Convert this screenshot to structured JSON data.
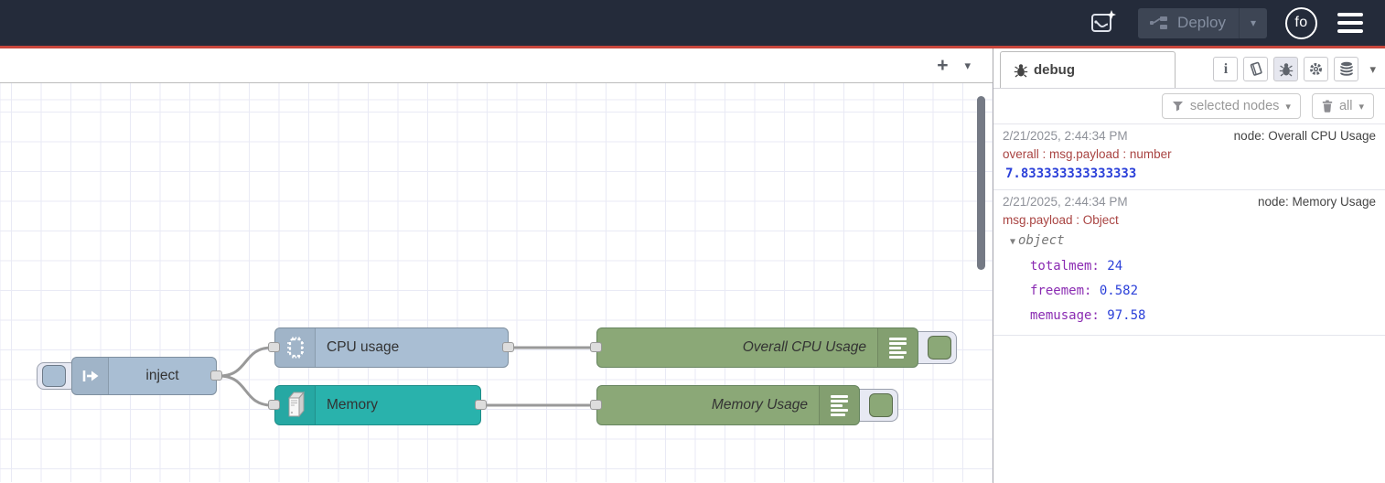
{
  "header": {
    "deploy_label": "Deploy",
    "avatar_text": "fo",
    "background_color": "#242b3a",
    "accent_line_color": "#c8463c"
  },
  "canvas": {
    "add_flow_label": "+"
  },
  "ui_icons": {
    "caret_down": "▾",
    "info_glyph": "i"
  },
  "flow": {
    "nodes": [
      {
        "id": "inject",
        "label": "inject",
        "color": "#a9bed3"
      },
      {
        "id": "cpu-usage",
        "label": "CPU usage",
        "color": "#a9bed3"
      },
      {
        "id": "memory",
        "label": "Memory",
        "color": "#29b2ac"
      },
      {
        "id": "overall-cpu-usage",
        "label": "Overall CPU Usage",
        "color": "#8ba877"
      },
      {
        "id": "memory-usage",
        "label": "Memory Usage",
        "color": "#8ba877"
      }
    ]
  },
  "sidebar": {
    "tab_label": "debug",
    "filter_label": "selected nodes",
    "clear_label": "all",
    "colors": {
      "timestamp": "#8e9199",
      "property": "#a94442",
      "value": "#2b40d9",
      "key": "#8a2bb2"
    },
    "messages": [
      {
        "timestamp": "2/21/2025, 2:44:34 PM",
        "source": "node: Overall CPU Usage",
        "property": "overall : msg.payload : number",
        "value": "7.833333333333333"
      },
      {
        "timestamp": "2/21/2025, 2:44:34 PM",
        "source": "node: Memory Usage",
        "property": "msg.payload : Object",
        "tree": {
          "root_label": "object",
          "fields": [
            {
              "key": "totalmem:",
              "value": "24"
            },
            {
              "key": "freemem:",
              "value": "0.582"
            },
            {
              "key": "memusage:",
              "value": "97.58"
            }
          ]
        }
      }
    ]
  }
}
